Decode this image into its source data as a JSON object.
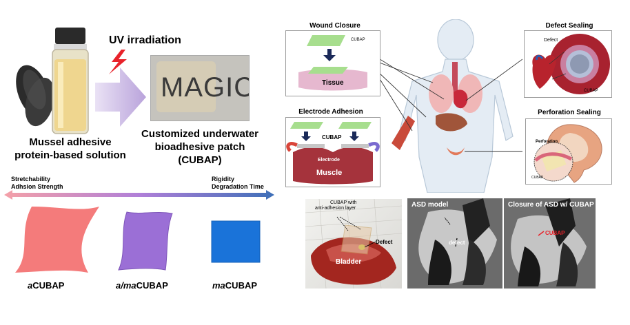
{
  "left_panel": {
    "uv_label": "UV irradiation",
    "solution_label_line1": "Mussel adhesive",
    "solution_label_line2": "protein-based solution",
    "patch_text": "MAGIC",
    "patch_label_line1": "Customized underwater",
    "patch_label_line2": "bioadhesive patch",
    "patch_label_line3": "(CUBAP)",
    "gradient_left_top": "Stretchability",
    "gradient_left_bottom": "Adhsion Strength",
    "gradient_right_top": "Rigidity",
    "gradient_right_bottom": "Degradation Time",
    "variants": [
      {
        "prefix": "a",
        "suffix": "CUBAP",
        "color": "#f47b7b"
      },
      {
        "prefix": "a/ma",
        "suffix": "CUBAP",
        "color": "#9b6fd6"
      },
      {
        "prefix": "ma",
        "suffix": "CUBAP",
        "color": "#1a73d9"
      }
    ],
    "gradient_colors": [
      "#f4a0a8",
      "#b07fd8",
      "#3d6fb8"
    ]
  },
  "applications": {
    "wound_closure": {
      "title": "Wound Closure",
      "cubap": "CUBAP",
      "tissue": "Tissue"
    },
    "electrode_adhesion": {
      "title": "Electrode Adhesion",
      "cubap": "CUBAP",
      "electrode": "Electrode",
      "muscle": "Muscle"
    },
    "defect_sealing": {
      "title": "Defect Sealing",
      "defect": "Defect",
      "cubap": "CUBAP"
    },
    "perforation_sealing": {
      "title": "Perforation Sealing",
      "perforation": "Perforation",
      "cubap": "CUBAP"
    }
  },
  "bladder_photo": {
    "callout_line1": "CUBAP with",
    "callout_line2": "anti-adhesion layer",
    "defect": "Defect",
    "bladder": "Bladder"
  },
  "asd_images": {
    "left_title": "ASD model",
    "left_label": "defect",
    "right_title": "Closure of ASD w/ CUBAP",
    "right_label": "CUBAP"
  }
}
